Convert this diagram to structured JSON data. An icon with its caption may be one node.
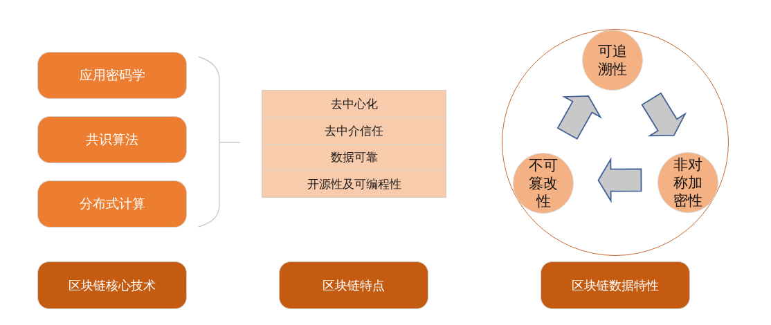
{
  "diagram": {
    "nodes": [
      {
        "text": [
          "应用密码学"
        ]
      },
      {
        "text": [
          "共识算法"
        ]
      },
      {
        "text": [
          "分布式计算"
        ]
      },
      {
        "text": [
          "去中心化"
        ]
      },
      {
        "text": [
          "去中介信任"
        ]
      },
      {
        "text": [
          "数据可靠"
        ]
      },
      {
        "text": [
          "开源性及可编程性"
        ]
      },
      {
        "text": [],
        "shape": "circle"
      },
      {
        "text": [
          "可追溯性"
        ],
        "in": 7
      },
      {
        "text": [
          "非对称加密性"
        ],
        "in": 7
      },
      {
        "text": [
          "不可篡改性"
        ],
        "in": 7
      },
      {
        "text": [
          "区块链核心技术"
        ]
      },
      {
        "text": [
          "区块链特点"
        ]
      },
      {
        "text": [
          "区块链数据特性"
        ]
      }
    ],
    "edges": [
      {
        "from": 8,
        "to": 9,
        "arrow": "to"
      },
      {
        "from": 9,
        "to": 10,
        "arrow": "to"
      },
      {
        "from": 10,
        "to": 8,
        "arrow": "to"
      }
    ]
  }
}
